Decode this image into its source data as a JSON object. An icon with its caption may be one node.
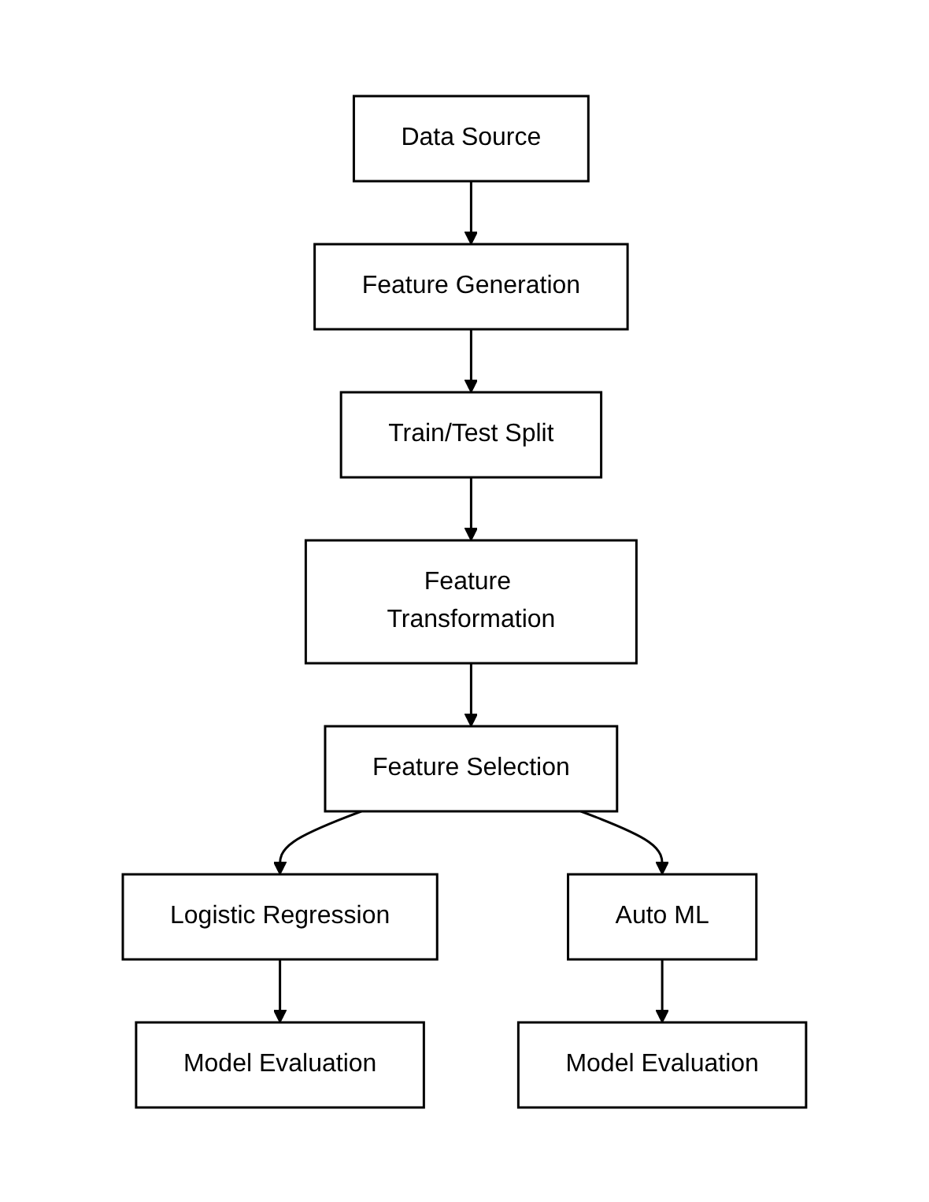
{
  "diagram": {
    "nodes": [
      {
        "text": [
          "Data Source"
        ]
      },
      {
        "text": [
          "Feature Generation"
        ]
      },
      {
        "text": [
          "Train/Test Split"
        ]
      },
      {
        "text": [
          "Feature Transformation"
        ]
      },
      {
        "text": [
          "Feature Selection"
        ]
      },
      {
        "text": [
          "Logistic Regression"
        ]
      },
      {
        "text": [
          "Auto ML"
        ]
      },
      {
        "text": [
          "Model Evaluation"
        ]
      },
      {
        "text": [
          "Model Evaluation"
        ]
      }
    ],
    "edges": [
      {
        "from": 0,
        "to": 1,
        "arrow": "to"
      },
      {
        "from": 1,
        "to": 2,
        "arrow": "to"
      },
      {
        "from": 2,
        "to": 3,
        "arrow": "to"
      },
      {
        "from": 3,
        "to": 4,
        "arrow": "to"
      },
      {
        "from": 4,
        "to": 5,
        "arrow": "to"
      },
      {
        "from": 4,
        "to": 6,
        "arrow": "to"
      },
      {
        "from": 5,
        "to": 7,
        "arrow": "to"
      },
      {
        "from": 6,
        "to": 8,
        "arrow": "to"
      }
    ]
  }
}
